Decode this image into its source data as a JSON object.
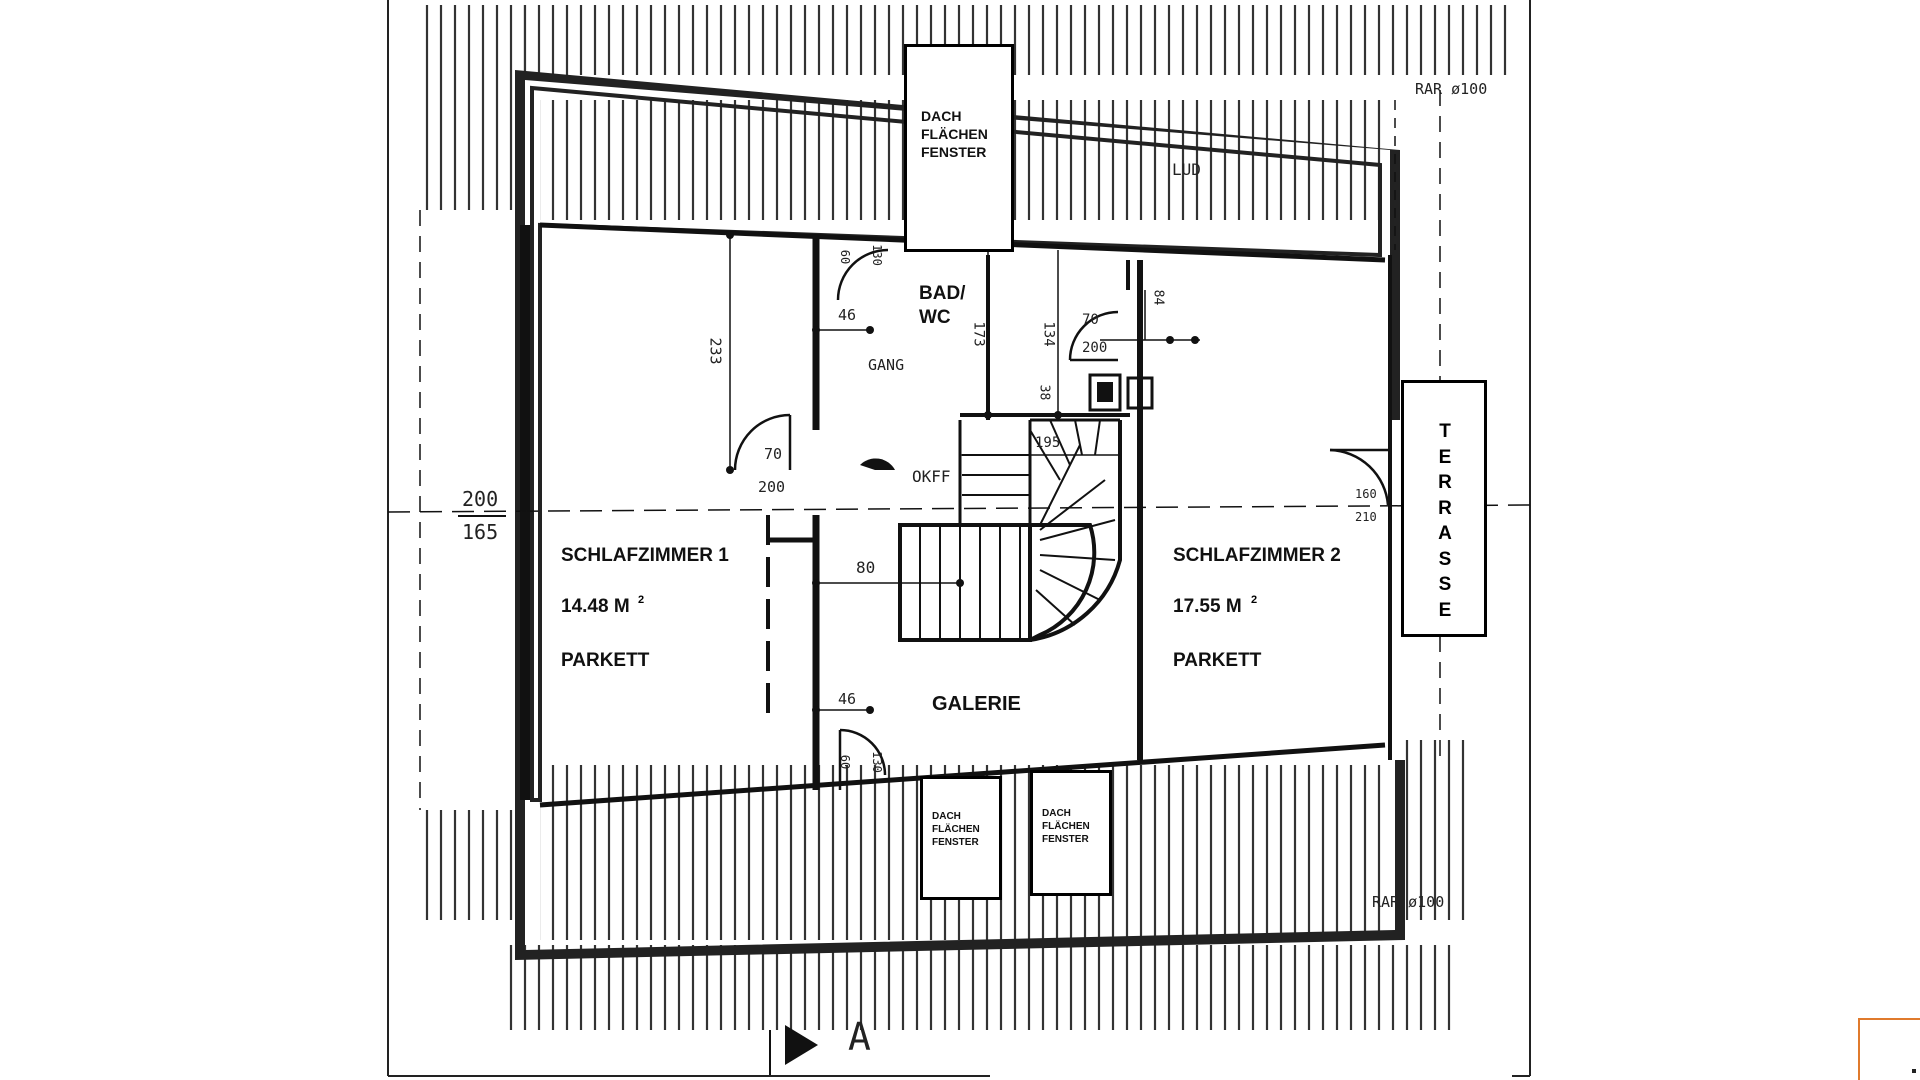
{
  "rooms": {
    "schlafzimmer1": {
      "name": "SCHLAFZIMMER 1",
      "area": "14.48 M",
      "floor": "PARKETT"
    },
    "schlafzimmer2": {
      "name": "SCHLAFZIMMER 2",
      "area": "17.55 M",
      "floor": "PARKETT"
    },
    "bad": {
      "line1": "BAD/",
      "line2": "WC"
    },
    "galerie": "GALERIE",
    "gang": "GANG"
  },
  "area_unit_exponent": "2",
  "windows": {
    "top": [
      "DACH",
      "FLÄCHEN",
      "FENSTER"
    ],
    "bottom_left": [
      "DACH",
      "FLÄCHEN",
      "FENSTER"
    ],
    "bottom_right": [
      "DACH",
      "FLÄCHEN",
      "FENSTER"
    ]
  },
  "terrace": [
    "T",
    "E",
    "R",
    "R",
    "A",
    "S",
    "S",
    "E"
  ],
  "drawing_annotations": {
    "rar_top": "RAR ø100",
    "rar_bottom": "RAR ø100",
    "lud": "LUD",
    "okff": "OKFF",
    "section_marker": "A",
    "left_height_top": "200",
    "left_height_bottom": "165",
    "dim_233": "233",
    "dim_173": "173",
    "dim_134": "134",
    "dim_46_top": "46",
    "dim_46_bottom": "46",
    "dim_80": "80",
    "dim_195": "195",
    "dim_84": "84",
    "dim_38": "38",
    "door_left": {
      "w": "70",
      "h": "200"
    },
    "door_right": {
      "w": "70",
      "h": "200"
    },
    "door_terrace": {
      "w": "160",
      "h": "210"
    },
    "door_bad_top": {
      "w": "60",
      "h": "130"
    },
    "door_bottom": {
      "w": "60",
      "h": "130"
    }
  },
  "colors": {
    "ink": "#111111",
    "hatch": "#333333",
    "accent": "#e07a2c"
  }
}
